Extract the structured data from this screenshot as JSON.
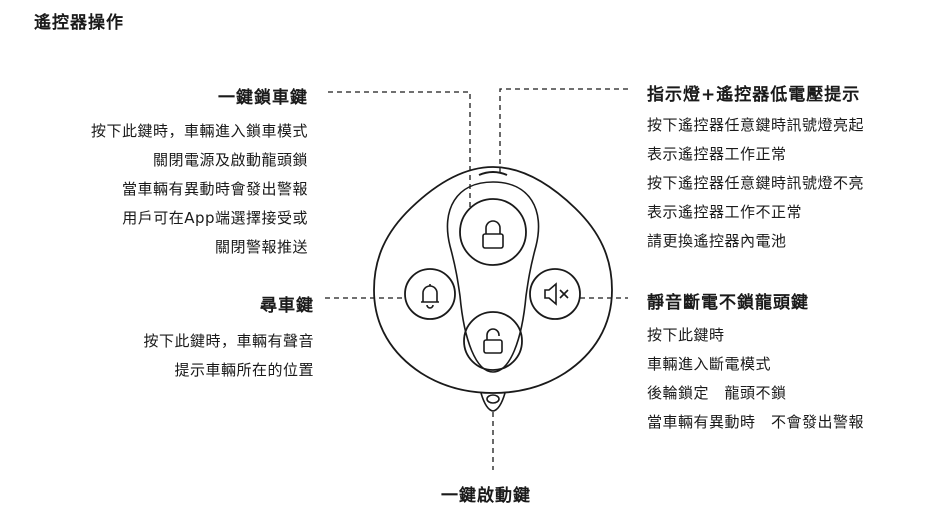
{
  "page_title": "遙控器操作",
  "lock_key": {
    "title": "一鍵鎖車鍵",
    "lines": [
      "按下此鍵時，車輛進入鎖車模式",
      "關閉電源及啟動龍頭鎖",
      "當車輛有異動時會發出警報",
      "用戶可在App端選擇接受或",
      "關閉警報推送"
    ]
  },
  "find_key": {
    "title": "尋車鍵",
    "lines": [
      "按下此鍵時，車輛有聲音",
      "提示車輛所在的位置"
    ]
  },
  "indicator": {
    "title": "指示燈+遙控器低電壓提示",
    "lines": [
      "按下遙控器任意鍵時訊號燈亮起",
      "表示遙控器工作正常",
      "按下遙控器任意鍵時訊號燈不亮",
      "表示遙控器工作不正常",
      "請更換遙控器內電池"
    ]
  },
  "mute_key": {
    "title": "靜音斷電不鎖龍頭鍵",
    "lines": [
      "按下此鍵時",
      "車輛進入斷電模式",
      "後輪鎖定　龍頭不鎖",
      "當車輛有異動時　不會發出警報"
    ]
  },
  "start_key": {
    "title": "一鍵啟動鍵"
  },
  "icons": {
    "lock": "lock-icon",
    "bell": "bell-icon",
    "mute": "speaker-mute-icon",
    "unlock": "unlock-icon"
  },
  "colors": {
    "stroke": "#1a1a1a",
    "background": "#ffffff"
  }
}
